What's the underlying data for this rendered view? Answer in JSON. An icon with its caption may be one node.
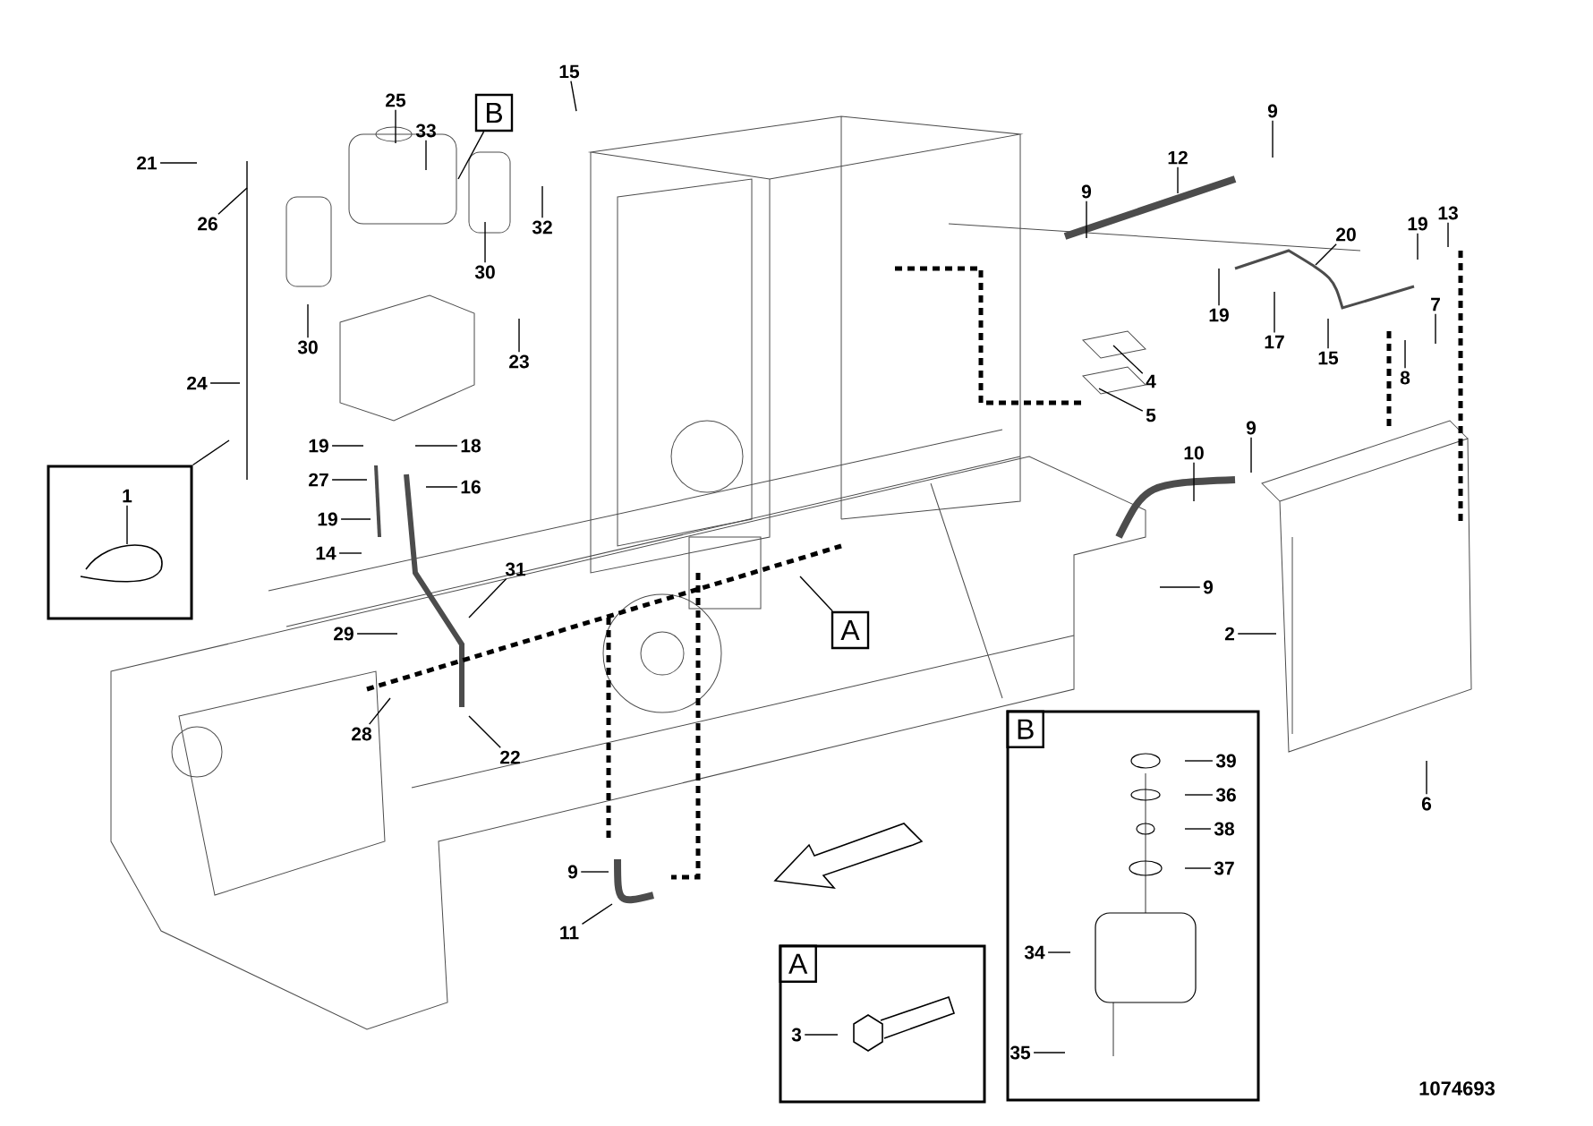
{
  "diagram": {
    "nodes": [
      {
        "text": [
          "25"
        ]
      },
      {
        "text": [
          "B"
        ]
      },
      {
        "text": [
          "33"
        ]
      },
      {
        "text": [
          "15"
        ]
      },
      {
        "text": [
          "9"
        ]
      },
      {
        "text": [
          "21"
        ]
      },
      {
        "text": [
          "12"
        ]
      },
      {
        "text": [
          "9"
        ]
      },
      {
        "text": [
          "26"
        ]
      },
      {
        "text": [
          "32"
        ]
      },
      {
        "text": [
          "13"
        ]
      },
      {
        "text": [
          "19"
        ]
      },
      {
        "text": [
          "20"
        ]
      },
      {
        "text": [
          "30"
        ]
      },
      {
        "text": [
          "19"
        ]
      },
      {
        "text": [
          "7"
        ]
      },
      {
        "text": [
          "17"
        ]
      },
      {
        "text": [
          "30"
        ]
      },
      {
        "text": [
          "15"
        ]
      },
      {
        "text": [
          "23"
        ]
      },
      {
        "text": [
          "8"
        ]
      },
      {
        "text": [
          "4"
        ]
      },
      {
        "text": [
          "24"
        ]
      },
      {
        "text": [
          "5"
        ]
      },
      {
        "text": [
          "9"
        ]
      },
      {
        "text": [
          "19"
        ]
      },
      {
        "text": [
          "18"
        ]
      },
      {
        "text": [
          "10"
        ]
      },
      {
        "text": [],
        "shape": "box"
      },
      {
        "text": [
          "1"
        ],
        "in": 28
      },
      {
        "text": [
          "27"
        ]
      },
      {
        "text": [
          "16"
        ]
      },
      {
        "text": [
          "19"
        ]
      },
      {
        "text": [
          "14"
        ]
      },
      {
        "text": [
          "31"
        ]
      },
      {
        "text": [
          "9"
        ]
      },
      {
        "text": [
          "A"
        ]
      },
      {
        "text": [
          "29"
        ]
      },
      {
        "text": [
          "2"
        ]
      },
      {
        "text": [
          "28"
        ]
      },
      {
        "text": [
          "22"
        ]
      },
      {
        "text": [
          "6"
        ]
      },
      {
        "text": [
          "B"
        ]
      },
      {
        "text": [
          "39"
        ],
        "in": 42
      },
      {
        "text": [
          "36"
        ],
        "in": 42
      },
      {
        "text": [
          "38"
        ],
        "in": 42
      },
      {
        "text": [
          "37"
        ],
        "in": 42
      },
      {
        "text": [
          "9"
        ]
      },
      {
        "text": [
          "11"
        ]
      },
      {
        "text": [
          "34"
        ],
        "in": 42
      },
      {
        "text": [
          "A"
        ]
      },
      {
        "text": [
          "3"
        ],
        "in": 50
      },
      {
        "text": [
          "35"
        ],
        "in": 42
      }
    ],
    "edges": [
      {
        "from": 0,
        "to": null,
        "arrow": "none"
      },
      {
        "from": 1,
        "to": null,
        "arrow": "none"
      },
      {
        "from": 2,
        "to": null,
        "arrow": "none"
      },
      {
        "from": 3,
        "to": null,
        "arrow": "none"
      },
      {
        "from": 4,
        "to": null,
        "arrow": "none"
      },
      {
        "from": 5,
        "to": null,
        "arrow": "none"
      },
      {
        "from": 6,
        "to": null,
        "arrow": "none"
      },
      {
        "from": 7,
        "to": null,
        "arrow": "none"
      },
      {
        "from": 8,
        "to": null,
        "arrow": "none"
      },
      {
        "from": 9,
        "to": null,
        "arrow": "none"
      },
      {
        "from": 10,
        "to": null,
        "arrow": "none"
      },
      {
        "from": 11,
        "to": null,
        "arrow": "none"
      },
      {
        "from": 12,
        "to": null,
        "arrow": "none"
      },
      {
        "from": 13,
        "to": null,
        "arrow": "none"
      },
      {
        "from": 14,
        "to": null,
        "arrow": "none"
      },
      {
        "from": 15,
        "to": null,
        "arrow": "none"
      },
      {
        "from": 16,
        "to": null,
        "arrow": "none"
      },
      {
        "from": 17,
        "to": null,
        "arrow": "none"
      },
      {
        "from": 18,
        "to": null,
        "arrow": "none"
      },
      {
        "from": 19,
        "to": null,
        "arrow": "none"
      },
      {
        "from": 20,
        "to": null,
        "arrow": "none"
      },
      {
        "from": 21,
        "to": null,
        "arrow": "none"
      },
      {
        "from": 22,
        "to": null,
        "arrow": "none"
      },
      {
        "from": 23,
        "to": null,
        "arrow": "none"
      },
      {
        "from": 24,
        "to": null,
        "arrow": "none"
      },
      {
        "from": 25,
        "to": null,
        "arrow": "none"
      },
      {
        "from": 26,
        "to": null,
        "arrow": "none"
      },
      {
        "from": 27,
        "to": null,
        "arrow": "none"
      },
      {
        "from": 28,
        "to": null,
        "arrow": "none"
      },
      {
        "from": 29,
        "to": null,
        "arrow": "none"
      },
      {
        "from": 30,
        "to": null,
        "arrow": "none"
      },
      {
        "from": 31,
        "to": null,
        "arrow": "none"
      },
      {
        "from": 32,
        "to": null,
        "arrow": "none"
      },
      {
        "from": 33,
        "to": null,
        "arrow": "none"
      },
      {
        "from": 34,
        "to": null,
        "arrow": "none"
      },
      {
        "from": 35,
        "to": null,
        "arrow": "none"
      },
      {
        "from": 36,
        "to": null,
        "arrow": "none"
      },
      {
        "from": 37,
        "to": null,
        "arrow": "none"
      },
      {
        "from": 38,
        "to": null,
        "arrow": "none"
      },
      {
        "from": 39,
        "to": null,
        "arrow": "none"
      },
      {
        "from": 40,
        "to": null,
        "arrow": "none"
      },
      {
        "from": 41,
        "to": null,
        "arrow": "none"
      },
      {
        "from": 43,
        "to": null,
        "arrow": "none"
      },
      {
        "from": 44,
        "to": null,
        "arrow": "none"
      },
      {
        "from": 45,
        "to": null,
        "arrow": "none"
      },
      {
        "from": 46,
        "to": null,
        "arrow": "none"
      },
      {
        "from": 47,
        "to": null,
        "arrow": "none"
      },
      {
        "from": 48,
        "to": null,
        "arrow": "none"
      },
      {
        "from": 49,
        "to": null,
        "arrow": "none"
      },
      {
        "from": 51,
        "to": null,
        "arrow": "none"
      },
      {
        "from": 52,
        "to": null,
        "arrow": "none"
      }
    ],
    "labels": [
      "1074693"
    ]
  }
}
